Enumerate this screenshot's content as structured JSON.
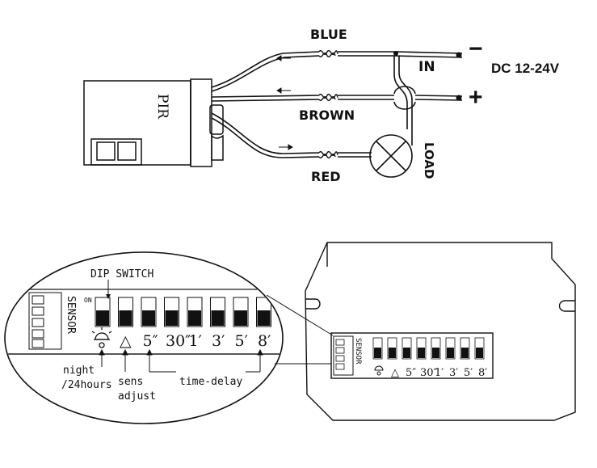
{
  "wiring": {
    "sensor_label": "PIR",
    "wire_blue": "BLUE",
    "wire_brown": "BROWN",
    "wire_red": "RED",
    "input_label": "IN",
    "load_label": "LOAD",
    "supply_label": "DC 12-24V",
    "minus_sign": "−",
    "plus_sign": "+"
  },
  "dip_zoom": {
    "title": "DIP SWITCH",
    "on_label": "ON",
    "side_label": "SENSOR",
    "markings": [
      "△",
      "5″",
      "30″",
      "1′",
      "3′",
      "5′",
      "8′"
    ],
    "night_label_1": "night",
    "night_label_2": "/24hours",
    "sens_label_1": "sens",
    "sens_label_2": "adjust",
    "delay_label": "time-delay"
  },
  "module": {
    "side_label": "SENSOR",
    "markings": [
      "△",
      "5″",
      "30″",
      "1′",
      "3′",
      "5′",
      "8′"
    ]
  }
}
